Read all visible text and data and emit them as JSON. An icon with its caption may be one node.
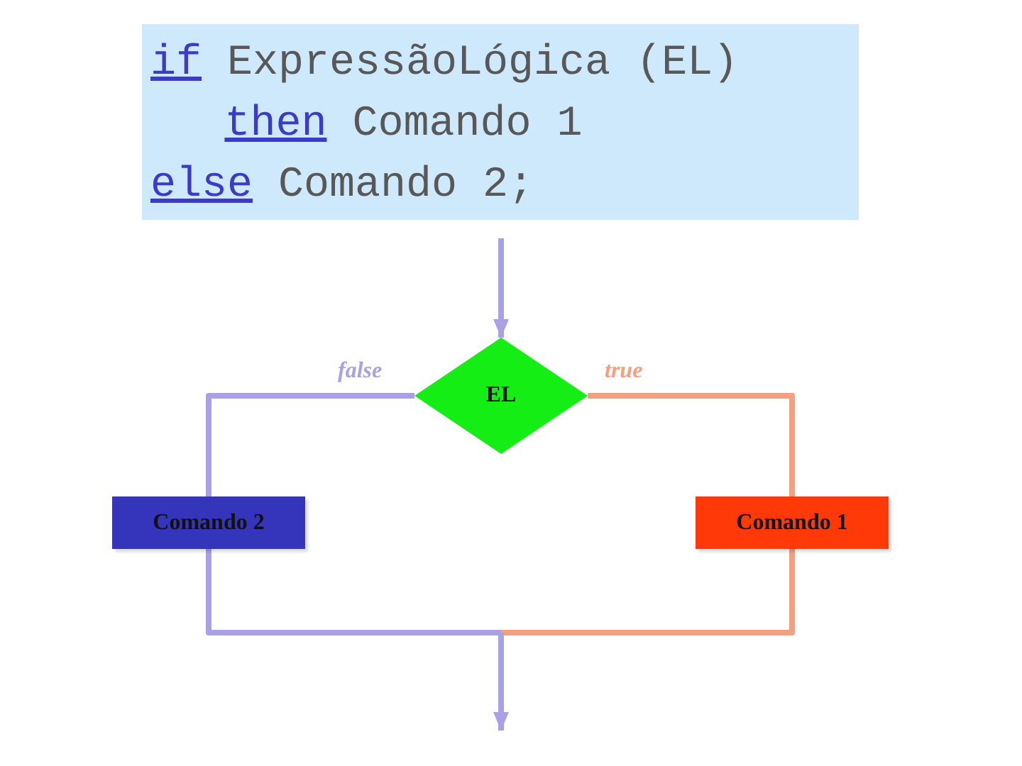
{
  "diagram": {
    "nodes": [
      {
        "text": [
          "if ExpressãoLógica (EL)",
          "then Comando 1",
          "else Comando 2;"
        ]
      },
      {
        "text": [
          "EL"
        ]
      },
      {
        "text": [
          "Comando 2"
        ]
      },
      {
        "text": [
          "Comando 1"
        ]
      }
    ],
    "edges": [
      {
        "from": null,
        "to": 1,
        "arrow": "to"
      },
      {
        "from": 1,
        "to": 2,
        "arrow": "none",
        "label": "false"
      },
      {
        "from": 1,
        "to": 3,
        "arrow": "none",
        "label": "true",
        "color": "#f4a080"
      },
      {
        "from": 2,
        "to": null,
        "arrow": "to"
      },
      {
        "from": 3,
        "to": null,
        "arrow": "to",
        "color": "#f4a080"
      }
    ]
  }
}
